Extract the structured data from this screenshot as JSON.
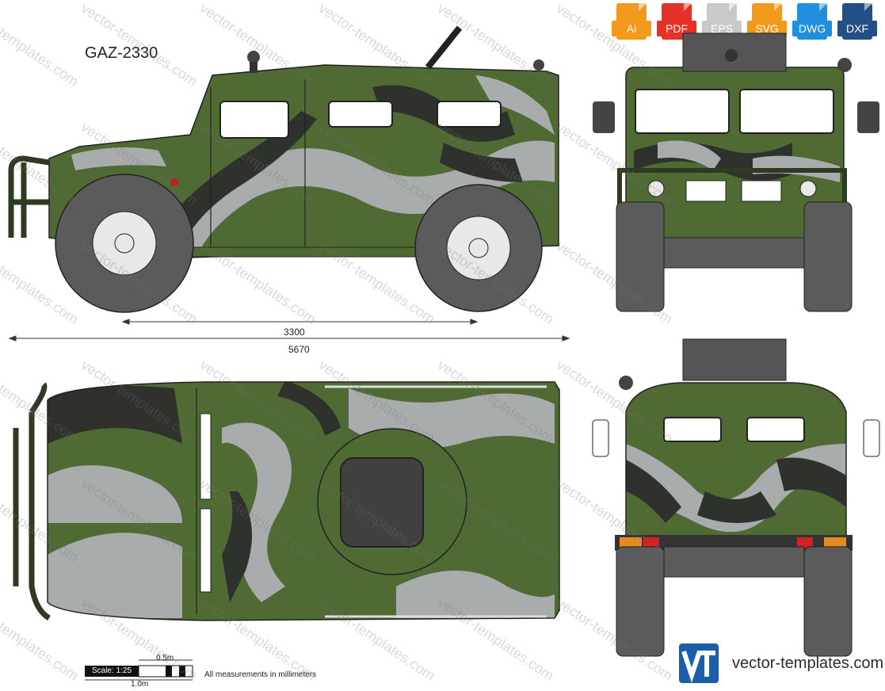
{
  "title": "GAZ-2330",
  "formats": [
    {
      "label": "Ai",
      "color": "#f39a1e"
    },
    {
      "label": "PDF",
      "color": "#e53229"
    },
    {
      "label": "EPS",
      "color": "#c9c9c9"
    },
    {
      "label": "SVG",
      "color": "#f39a1e"
    },
    {
      "label": "DWG",
      "color": "#1f8fde"
    },
    {
      "label": "DXF",
      "color": "#244f86"
    }
  ],
  "dimensions": {
    "wheelbase": "3300",
    "length": "5670"
  },
  "scale": {
    "label": "Scale: 1:25",
    "half": "0.5m",
    "full": "1.0m",
    "note": "All measurements in millimeters"
  },
  "brand": {
    "name": "vector-templates.com"
  },
  "watermark": "vector-templates.com",
  "colors": {
    "body_green": "#4f6a33",
    "dark_camo": "#2e312c",
    "light_camo": "#a8acad",
    "tire": "#5b5b5b",
    "rim": "#e8e8e8"
  }
}
